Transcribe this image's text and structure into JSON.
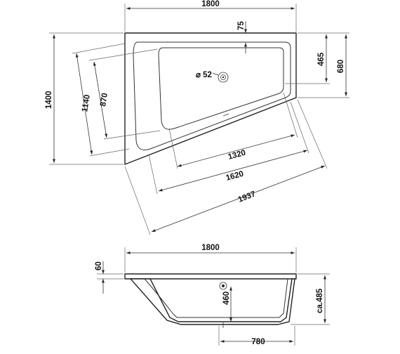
{
  "plan_view": {
    "width_total": "1800",
    "depth_left": "1400",
    "depth_right": "680",
    "drain_offset": "75",
    "basin_right_depth": "465",
    "left_inner_depth": "1140",
    "left_basin_depth": "870",
    "drain_diameter": "⌀ 52",
    "bottom_inner": "1320",
    "bottom_middle": "1620",
    "bottom_outer": "1937"
  },
  "section_view": {
    "width_total": "1800",
    "rim_height": "60",
    "drain_height": "460",
    "total_height": "ca.485",
    "drain_position": "780"
  }
}
